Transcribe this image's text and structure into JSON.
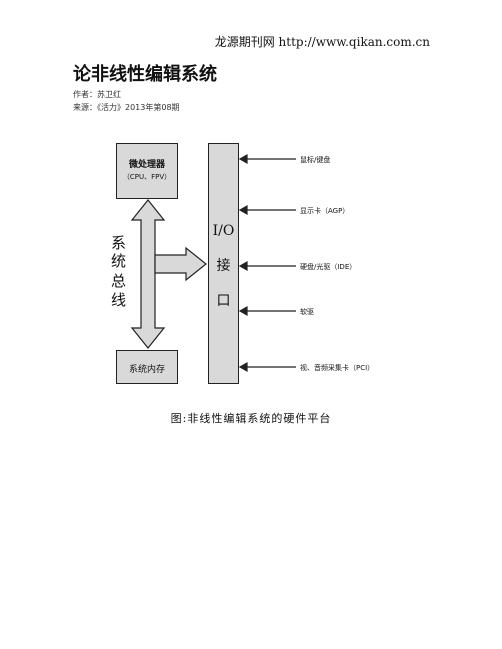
{
  "header": {
    "site": "龙源期刊网 http://www.qikan.com.cn"
  },
  "article": {
    "title": "论非线性编辑系统",
    "author": "作者：苏卫红",
    "source": "来源：《活力》2013年第08期"
  },
  "diagram": {
    "cpu_box": {
      "line1": "微处理器",
      "line2": "（CPU、FPV）"
    },
    "memory_box": "系统内存",
    "io_box": {
      "title": "I/O",
      "chars": [
        "接",
        "口"
      ]
    },
    "bus_label": [
      "系",
      "统",
      "总",
      "线"
    ],
    "devices": [
      "鼠标/键盘",
      "显示卡（AGP）",
      "硬盘/光驱（IDE）",
      "软驱",
      "视、音频采集卡（PCI）"
    ]
  },
  "caption": "图:非线性编辑系统的硬件平台"
}
